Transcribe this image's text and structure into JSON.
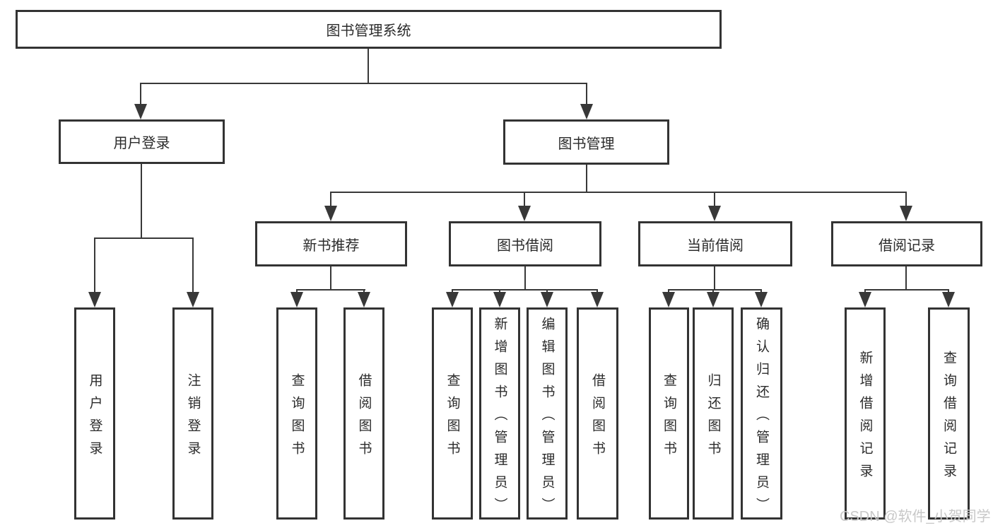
{
  "diagram": {
    "title": "图书管理系统",
    "root": {
      "label": "图书管理系统"
    },
    "level2": [
      "用户登录",
      "图书管理"
    ],
    "level3": [
      "新书推荐",
      "图书借阅",
      "当前借阅",
      "借阅记录"
    ],
    "leaves": {
      "user_login": [
        "用户登录",
        "注销登录"
      ],
      "new_book_recommend": [
        "查询图书",
        "借阅图书"
      ],
      "book_borrow": [
        "查询图书",
        "新增图书（管理员）",
        "编辑图书（管理员）",
        "借阅图书"
      ],
      "current_borrow": [
        "查询图书",
        "归还图书",
        "确认归还（管理员）"
      ],
      "borrow_records": [
        "新增借阅记录",
        "查询借阅记录"
      ]
    }
  },
  "watermark": {
    "text": "CSDN @软件_小贺同学"
  },
  "colors": {
    "line": "#383838",
    "box_border": "#333333",
    "text": "#2b2b2b",
    "watermark": "#c8c8c8",
    "background": "#ffffff"
  }
}
